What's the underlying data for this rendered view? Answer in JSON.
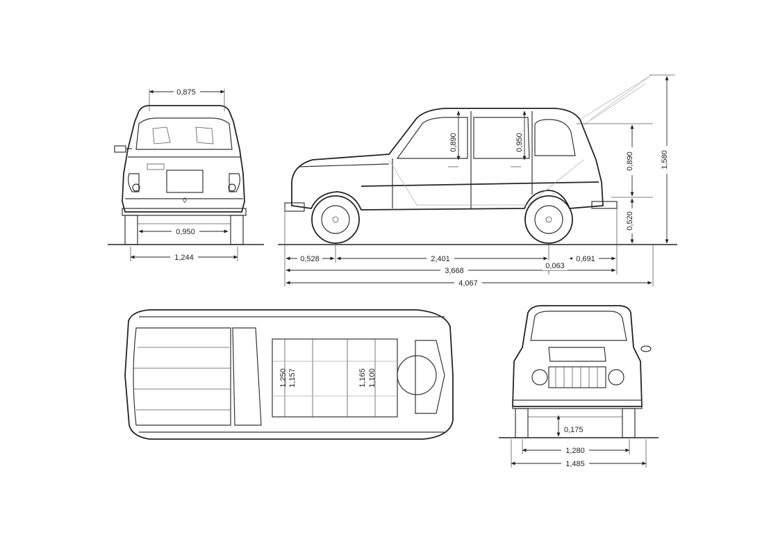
{
  "colors": {
    "line": "#333333",
    "background": "#ffffff"
  },
  "dimensions": {
    "rear_top_width": "0,875",
    "rear_track": "0,950",
    "rear_overall_width": "1,244",
    "side_door_height_front": "0,890",
    "side_door_height_rear": "0,950",
    "side_tailgate_height": "0,890",
    "side_floor_height": "0,520",
    "side_overall_height": "1,580",
    "front_overhang": "0,528",
    "wheelbase": "2,401",
    "rear_overhang": "0,691",
    "length_body": "3,668",
    "rear_bumper_ext": "0,063",
    "overall_length": "4,067",
    "top_interior_1": "1,250",
    "top_interior_2": "1,157",
    "top_interior_3": "1,165",
    "top_interior_4": "1,100",
    "ground_clearance": "0,175",
    "front_track": "1,280",
    "front_overall_width": "1,485"
  }
}
